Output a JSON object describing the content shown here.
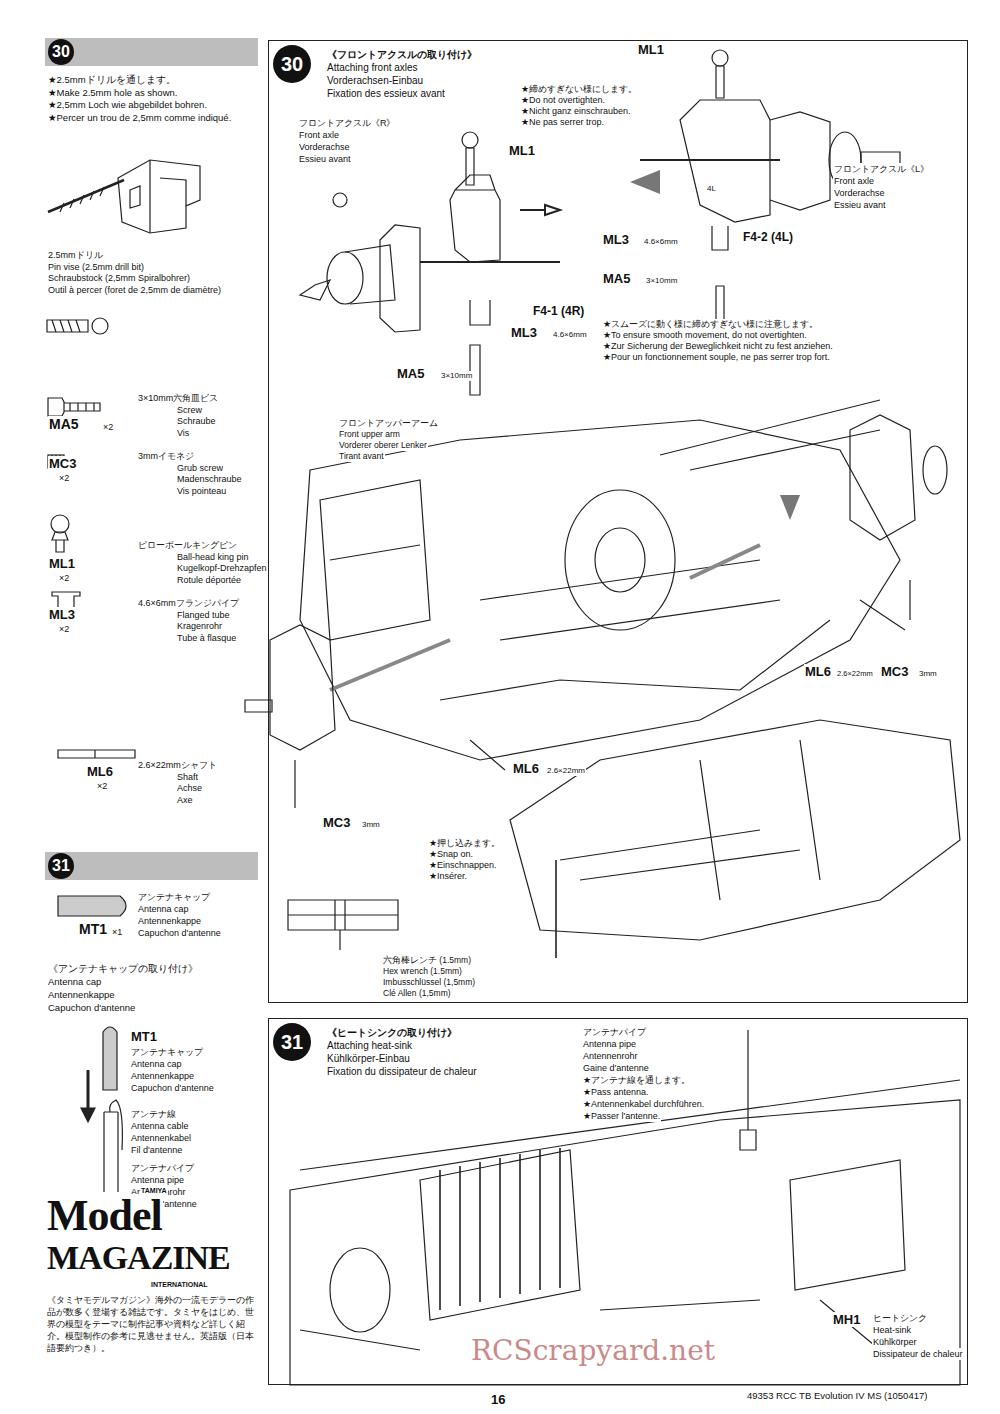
{
  "diagram": {
    "nodes": [
      {
        "text": [
          "30"
        ]
      },
      {
        "text": [
          "《フロントアクスルの取り付け》",
          "Attaching front axles",
          "Vorderachsen-Einbau",
          "Fixation des essieux avant"
        ]
      },
      {
        "text": [
          "30"
        ],
        "in": 1
      },
      {
        "text": [
          "31"
        ]
      },
      {
        "text": [
          "《ヒートシンクの取り付け》",
          "Attaching heat-sink",
          "Kühlkörper-Einbau",
          "Fixation du dissipateur de chaleur"
        ]
      },
      {
        "text": [
          "31"
        ],
        "in": 4
      }
    ],
    "labels": [
      "★2.5mmドリルを通します。",
      "★Make 2.5mm hole as shown.",
      "★2,5mm Loch wie abgebildet bohren.",
      "★Percer un trou de 2,5mm comme indiqué.",
      "2.5mmドリル",
      "Pin vise (2.5mm drill bit)",
      "Schraubstock (2,5mm Spiralbohrer)",
      "Outil à percer (foret de 2,5mm de diamètre)",
      "MA5",
      "×2",
      "3×10mm六角皿ビス",
      "Screw",
      "Schraube",
      "Vis",
      "MC3",
      "×2",
      "3mmイモネジ",
      "Grub screw",
      "Madenschraube",
      "Vis pointeau",
      "ML1",
      "×2",
      "ピローボールキングピン",
      "Ball-head king pin",
      "Kugelkopf-Drehzapfen",
      "Rotule déportée",
      "ML3",
      "×2",
      "4.6×6mmフランジパイプ",
      "Flanged tube",
      "Kragenrohr",
      "Tube à flasque",
      "ML6",
      "×2",
      "2.6×22mmシャフト",
      "Shaft",
      "Achse",
      "Axe",
      "アンテナキャップ",
      "Antenna cap",
      "Antennenkappe",
      "Capuchon d'antenne",
      "MT1",
      "×1",
      "《アンテナキャップの取り付け》",
      "Antenna cap",
      "Antennenkappe",
      "Capuchon d'antenne",
      "MT1",
      "アンテナキャップ",
      "Antenna cap",
      "Antennenkappe",
      "Capuchon d'antenne",
      "アンテナ線",
      "Antenna cable",
      "Antennenkabel",
      "Fil d'antenne",
      "アンテナパイプ",
      "Antenna pipe",
      "Antennenrohr",
      "Gaine d'antenne",
      "TAMIYA",
      "Model",
      "MAGAZINE",
      "INTERNATIONAL",
      "《タミヤモデルマガジン》海外の一流モデラーの作品が数多く登場する雑誌です。タミヤをはじめ、世界の模型をテーマに制作記事や資料など詳しく紹介。模型制作の参考に見逃せません。英語版（日本語要約つき）。",
      "フロントアクスル《R》",
      "Front axle",
      "Vorderachse",
      "Essieu avant",
      "ML1",
      "ML1",
      "★締めすぎない様にします。",
      "★Do not overtighten.",
      "★Nicht ganz einschrauben.",
      "★Ne pas serrer trop.",
      "フロントアクスル《L》",
      "Front axle",
      "Vorderachse",
      "Essieu avant",
      "4L",
      "F4-2 (4L)",
      "ML3",
      "4.6×6mm",
      "MA5",
      "3×10mm",
      "F4-1 (4R)",
      "ML3",
      "4.6×6mm",
      "★スムーズに動く様に締めすぎない様に注意します。",
      "★To ensure smooth movement, do not overtighten.",
      "★Zur Sicherung der Beweglichkeit nicht zu fest anziehen.",
      "★Pour un fonctionnement souple, ne pas serrer trop fort.",
      "MA5",
      "3×10mm",
      "フロントアッパーアーム",
      "Front upper arm",
      "Vorderer oberer Lenker",
      "Tirant avant",
      "ML6",
      "2.6×22mm",
      "MC3",
      "3mm",
      "ML6",
      "2.6×22mm",
      "MC3",
      "3mm",
      "★押し込みます。",
      "★Snap on.",
      "★Einschnappen.",
      "★Insérer.",
      "六角棒レンチ (1.5mm)",
      "Hex wrench (1.5mm)",
      "Imbusschlüssel (1,5mm)",
      "Clé Allen (1,5mm)",
      "アンテナパイプ",
      "Antenna pipe",
      "Antennenrohr",
      "Gaine d'antenne",
      "★アンテナ線を通します。",
      "★Pass antenna.",
      "★Antennenkabel durchführen.",
      "★Passer l'antenne.",
      "MH1",
      "ヒートシンク",
      "Heat-sink",
      "Kühlkörper",
      "Dissipateur de chaleur",
      "16",
      "49353 RCC TB Evolution IV MS (1050417)",
      "RCScrapyard.net"
    ]
  }
}
